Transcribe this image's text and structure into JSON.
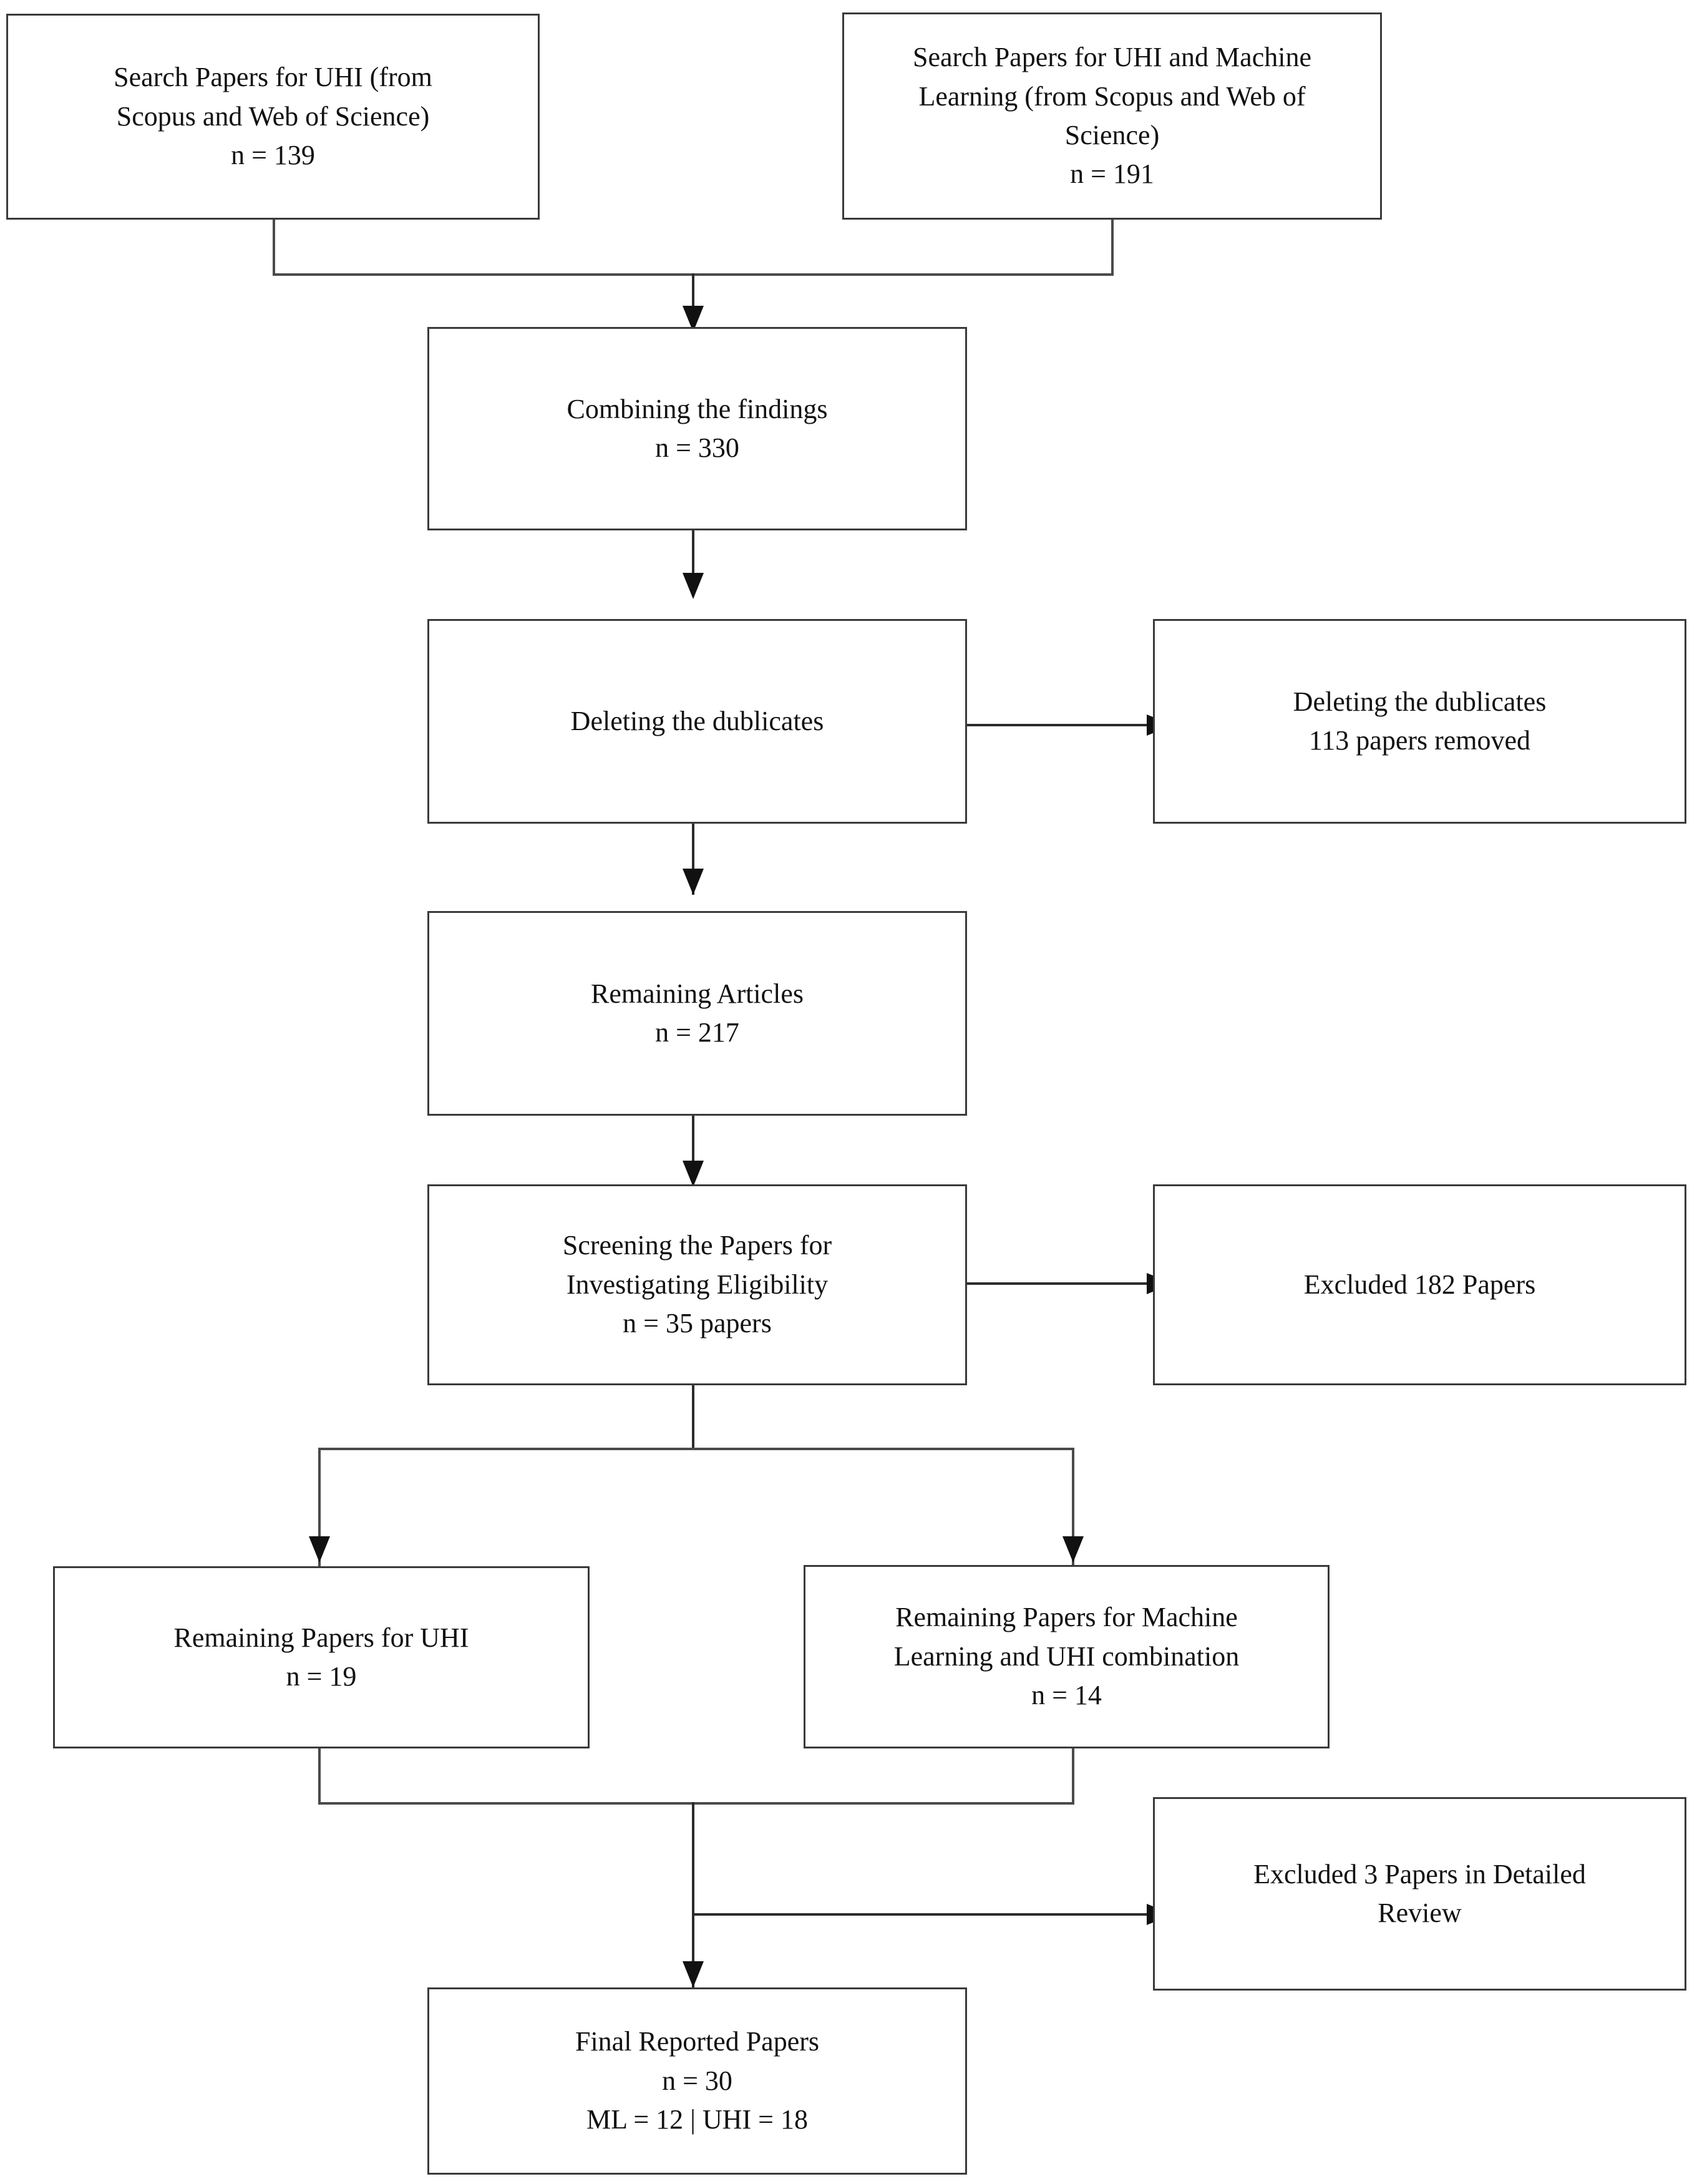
{
  "diagram": {
    "type": "prisma-flow-diagram",
    "title": "PRISMA literature selection flow",
    "colors": {
      "box_border": "#3a3a3a",
      "connector": "#4a4a4a",
      "arrow": "#111111",
      "background": "#ffffff",
      "text": "#111111"
    },
    "nodes": [
      {
        "id": "search-uhi",
        "text": "Search Papers for UHI (from\nScopus and Web of Science)\nn = 139",
        "n": 139
      },
      {
        "id": "search-uhi-ml",
        "text": "Search Papers for UHI and Machine\nLearning (from Scopus and Web of\nScience)\nn = 191",
        "n": 191
      },
      {
        "id": "combining",
        "text": "Combining the findings\nn = 330",
        "n": 330
      },
      {
        "id": "deleting-duplicates",
        "text": "Deleting the dublicates"
      },
      {
        "id": "duplicates-removed",
        "text": "Deleting the dublicates\n113 papers removed",
        "n": 113
      },
      {
        "id": "remaining-articles",
        "text": "Remaining Articles\nn = 217",
        "n": 217
      },
      {
        "id": "screening",
        "text": "Screening the Papers for\nInvestigating Eligibility\nn = 35 papers",
        "n": 35
      },
      {
        "id": "excluded-182",
        "text": "Excluded 182 Papers",
        "n": 182
      },
      {
        "id": "remaining-uhi",
        "text": "Remaining Papers for UHI\nn = 19",
        "n": 19
      },
      {
        "id": "remaining-ml-uhi",
        "text": "Remaining Papers for Machine\nLearning and UHI combination\nn = 14",
        "n": 14
      },
      {
        "id": "excluded-3",
        "text": "Excluded 3 Papers in Detailed\nReview",
        "n": 3
      },
      {
        "id": "final",
        "text": "Final Reported Papers\nn = 30\nML = 12 | UHI = 18",
        "n": 30
      }
    ]
  }
}
